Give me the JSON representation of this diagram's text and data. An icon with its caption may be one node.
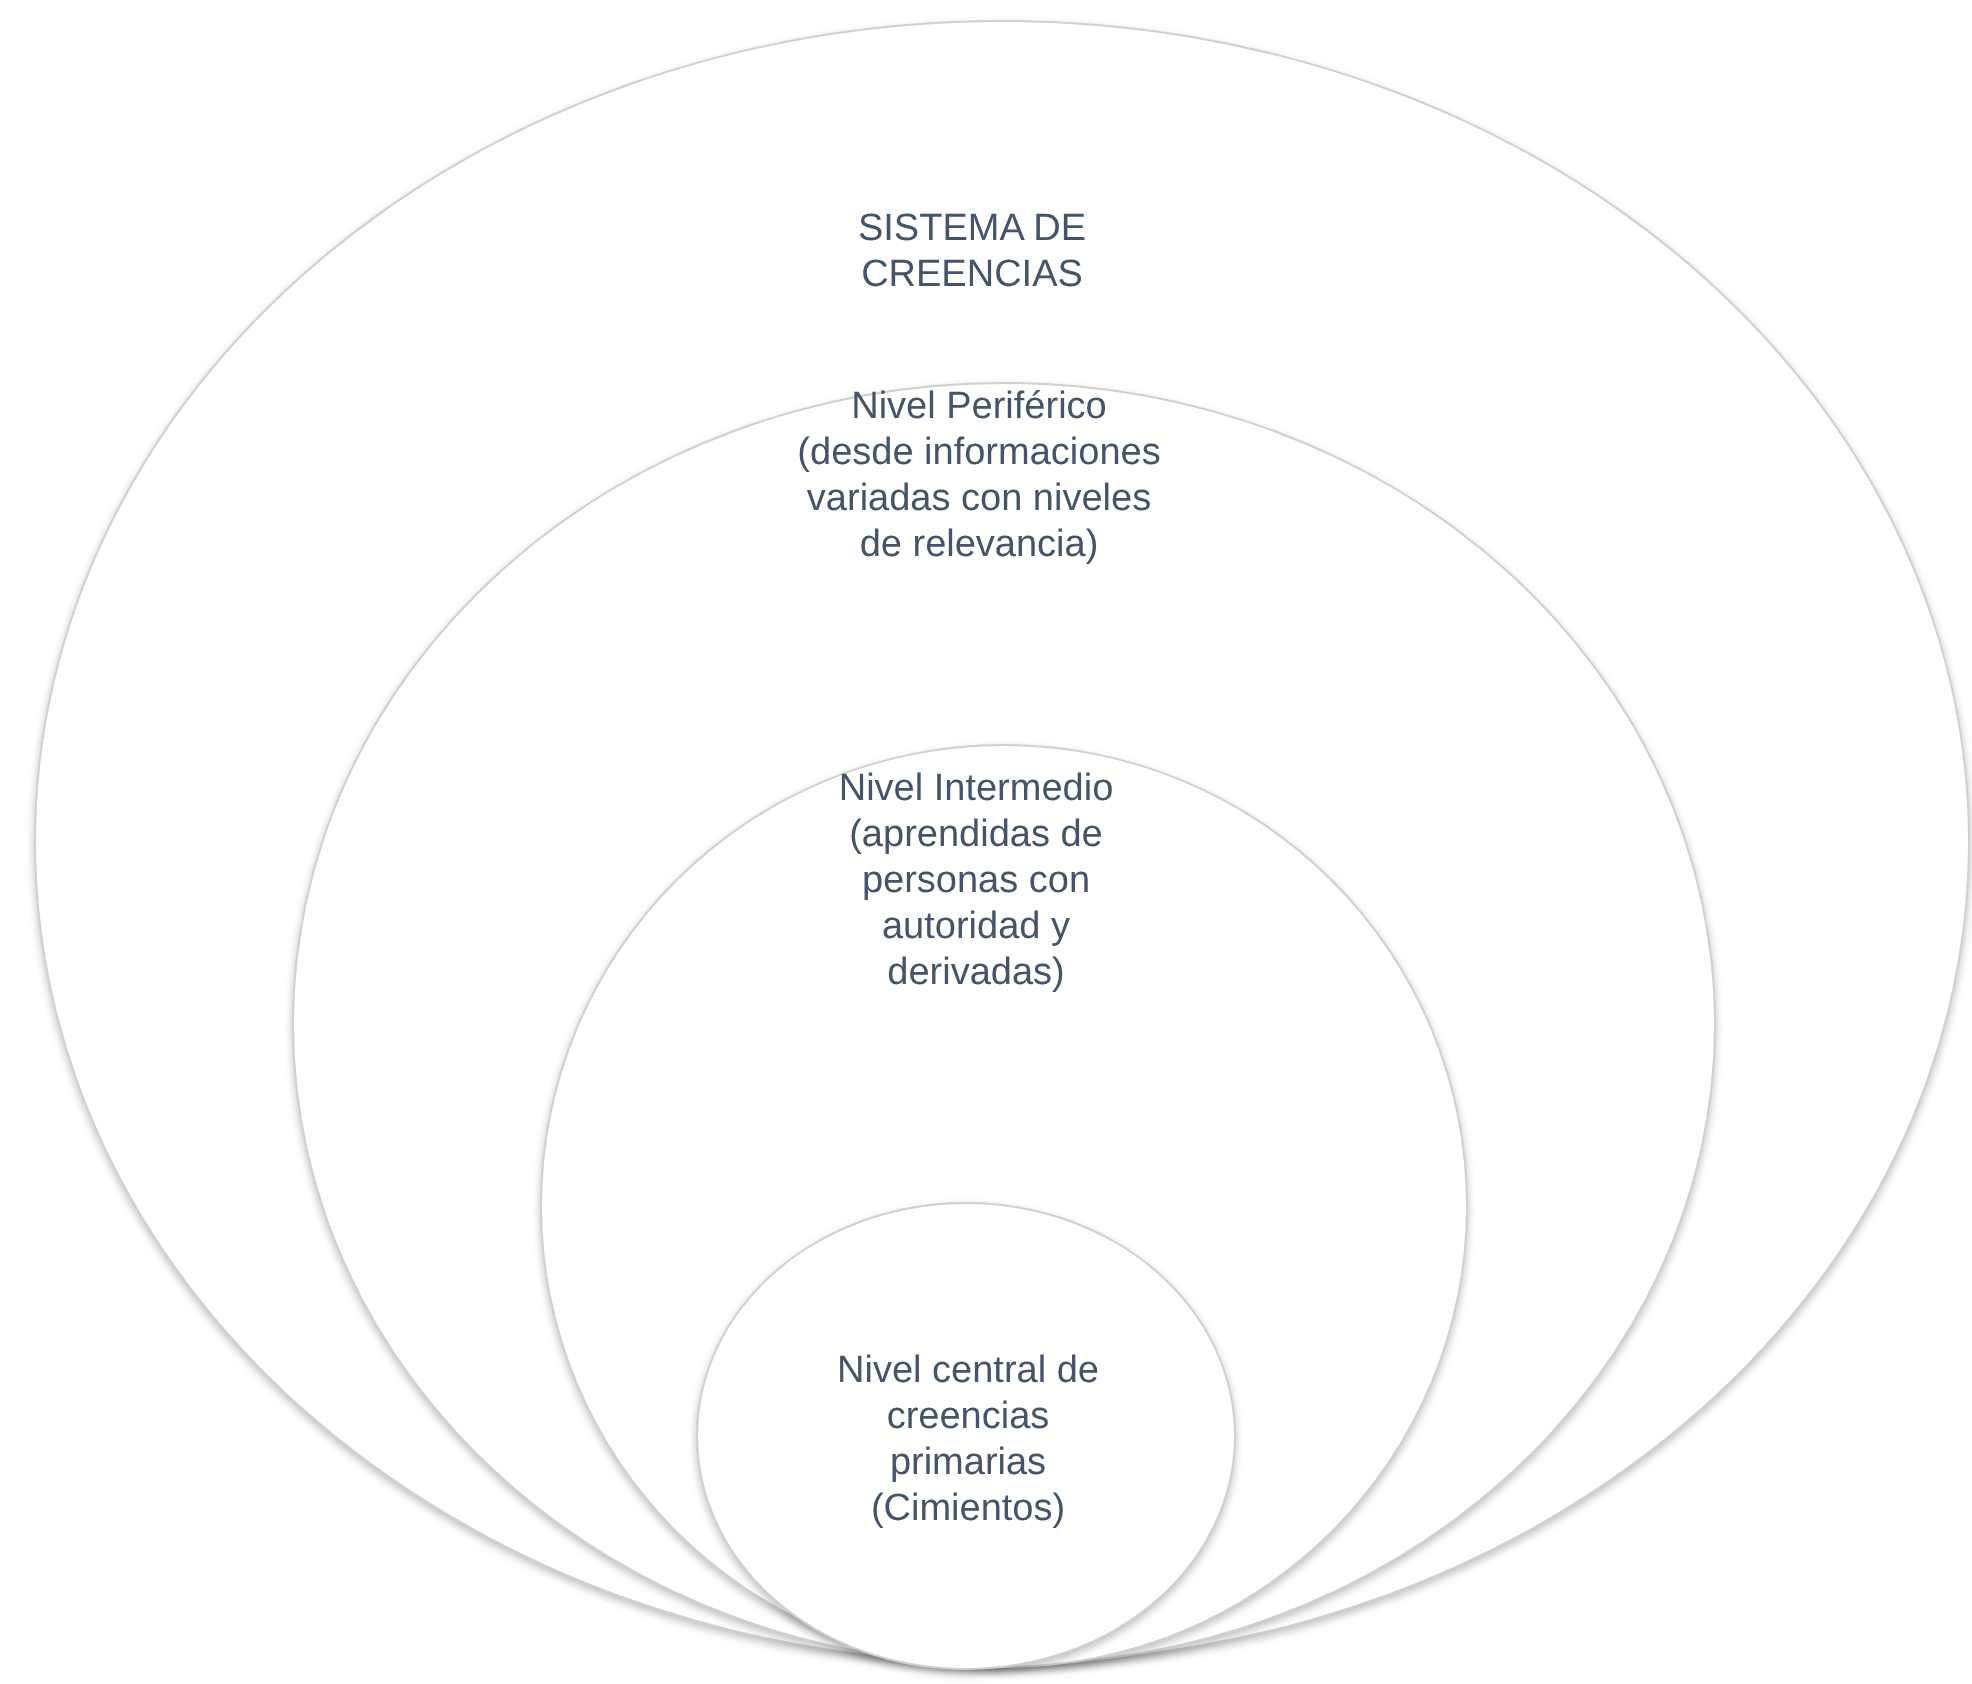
{
  "diagram": {
    "nodes": [
      {
        "text": [
          "SISTEMA DE CREENCIAS"
        ]
      },
      {
        "text": [
          "Nivel Periférico (desde informaciones variadas con niveles de relevancia)"
        ],
        "in": 0
      },
      {
        "text": [
          "Nivel Intermedio (aprendidas de personas con autoridad y derivadas)"
        ],
        "in": 1
      },
      {
        "text": [
          "Nivel central de creencias primarias (Cimientos)"
        ],
        "in": 2
      }
    ]
  }
}
